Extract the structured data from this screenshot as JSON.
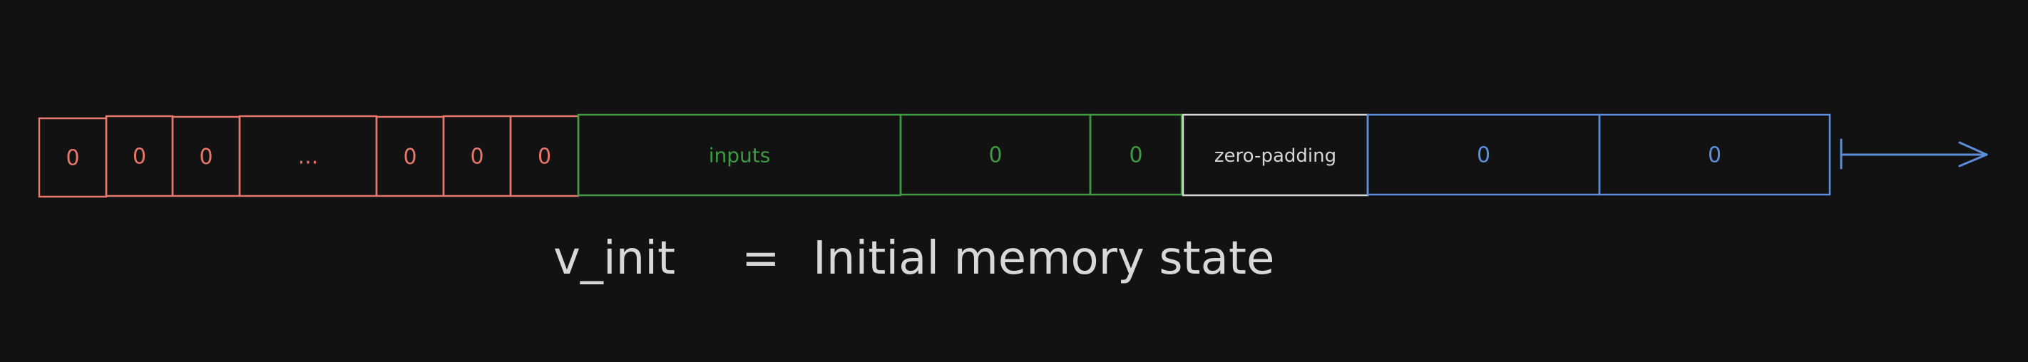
{
  "colors": {
    "background": "#121212",
    "red": "#e8776c",
    "green": "#3f9a43",
    "white": "#d6d6d6",
    "blue": "#5c8edb",
    "caption": "#d8d8d8"
  },
  "cells": [
    {
      "label": "0",
      "group": "red"
    },
    {
      "label": "0",
      "group": "red"
    },
    {
      "label": "0",
      "group": "red"
    },
    {
      "label": "...",
      "group": "red"
    },
    {
      "label": "0",
      "group": "red"
    },
    {
      "label": "0",
      "group": "red"
    },
    {
      "label": "0",
      "group": "red"
    },
    {
      "label": "inputs",
      "group": "green"
    },
    {
      "label": "0",
      "group": "green"
    },
    {
      "label": "0",
      "group": "green"
    },
    {
      "label": "zero-padding",
      "group": "white"
    },
    {
      "label": "0",
      "group": "blue"
    },
    {
      "label": "0",
      "group": "blue"
    }
  ],
  "caption": {
    "variable": "v_init",
    "equals": "=",
    "description": "Initial memory state"
  },
  "arrow_icon": "right-arrow-icon"
}
